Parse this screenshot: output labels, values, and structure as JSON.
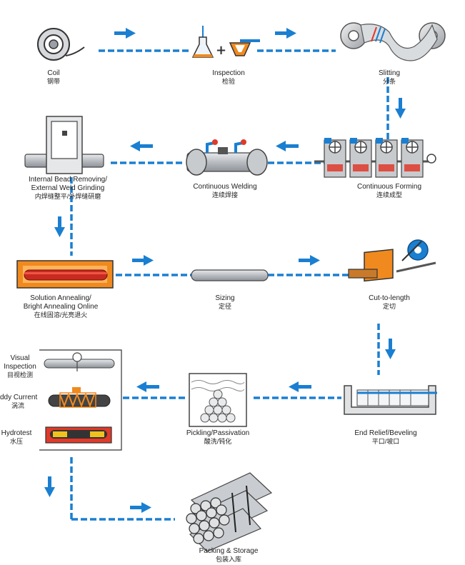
{
  "steps": {
    "coil": {
      "en": "Coil",
      "zh": "钢带"
    },
    "inspection": {
      "en": "Inspection",
      "zh": "检验"
    },
    "slitting": {
      "en": "Slitting",
      "zh": "分条"
    },
    "grinding": {
      "en1": "Internal Bead Removing/",
      "en2": "External Weld Grinding",
      "zh": "内焊缝整平/外焊缝研磨"
    },
    "welding": {
      "en": "Continuous Welding",
      "zh": "连续焊接"
    },
    "forming": {
      "en": "Continuous Forming",
      "zh": "连续成型"
    },
    "annealing": {
      "en1": "Solution Annealing/",
      "en2": "Bright Annealing Online",
      "zh": "在线固溶/光亮退火"
    },
    "sizing": {
      "en": "Sizing",
      "zh": "定径"
    },
    "cut": {
      "en": "Cut-to-length",
      "zh": "定切"
    },
    "visual": {
      "en1": "Visual",
      "en2": "Inspection",
      "zh": "目视检测"
    },
    "eddy": {
      "en": "ddy Current",
      "zh": "涡流"
    },
    "hydro": {
      "en": "Hydrotest",
      "zh": "水压"
    },
    "pickling": {
      "en": "Pickling/Passivation",
      "zh": "酸洗/钝化"
    },
    "endrelief": {
      "en": "End Relief/Beveling",
      "zh": "平口/坡口"
    },
    "packing": {
      "en": "Packing & Storage",
      "zh": "包装入库"
    }
  },
  "colors": {
    "flow": "#1a7fd1",
    "machine": "#9aa0a6",
    "dark": "#444444",
    "red": "#e03a2a",
    "orange": "#f08a1e"
  }
}
